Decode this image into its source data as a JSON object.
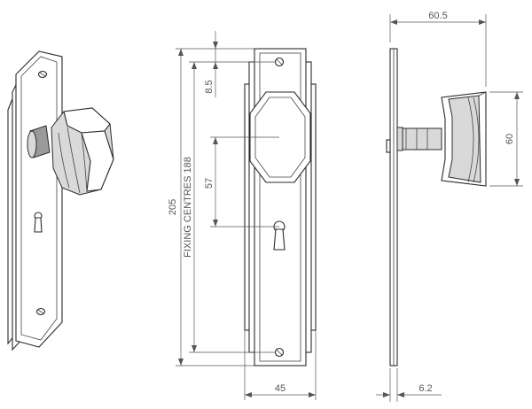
{
  "dimensions": {
    "overall_height": "205",
    "fixing_centres": "FIXING CENTRES 188",
    "top_offset": "8.5",
    "knob_offset": "57",
    "plate_width": "45",
    "projection": "60.5",
    "knob_height": "60",
    "plate_depth": "6.2"
  },
  "colors": {
    "line": "#2a2a2a",
    "dimension": "#555555",
    "shade": "#d9d9d9"
  }
}
